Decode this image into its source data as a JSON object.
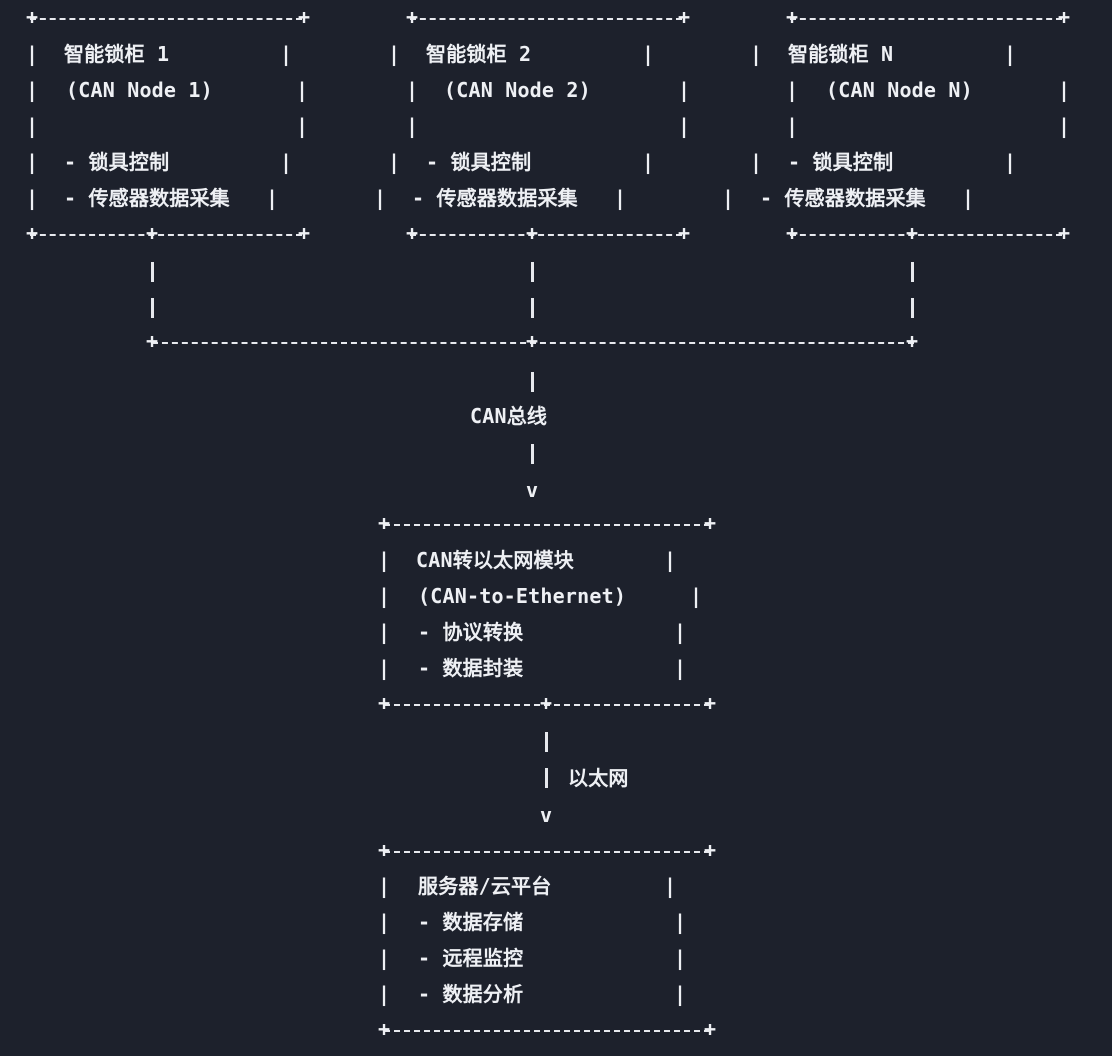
{
  "nodes": [
    {
      "title": "智能锁柜 1",
      "subtitle": "(CAN Node 1)",
      "items": [
        "- 锁具控制",
        "- 传感器数据采集"
      ]
    },
    {
      "title": "智能锁柜 2",
      "subtitle": "(CAN Node 2)",
      "items": [
        "- 锁具控制",
        "- 传感器数据采集"
      ]
    },
    {
      "title": "智能锁柜 N",
      "subtitle": "(CAN Node N)",
      "items": [
        "- 锁具控制",
        "- 传感器数据采集"
      ]
    }
  ],
  "bus_label": "CAN总线",
  "gateway": {
    "title": "CAN转以太网模块",
    "subtitle": "(CAN-to-Ethernet)",
    "items": [
      "- 协议转换",
      "- 数据封装"
    ]
  },
  "link_label": "以太网",
  "server": {
    "title": "服务器/云平台",
    "items": [
      "- 数据存储",
      "- 远程监控",
      "- 数据分析"
    ]
  },
  "arrow_glyph": "v",
  "pipe_glyph": "|"
}
